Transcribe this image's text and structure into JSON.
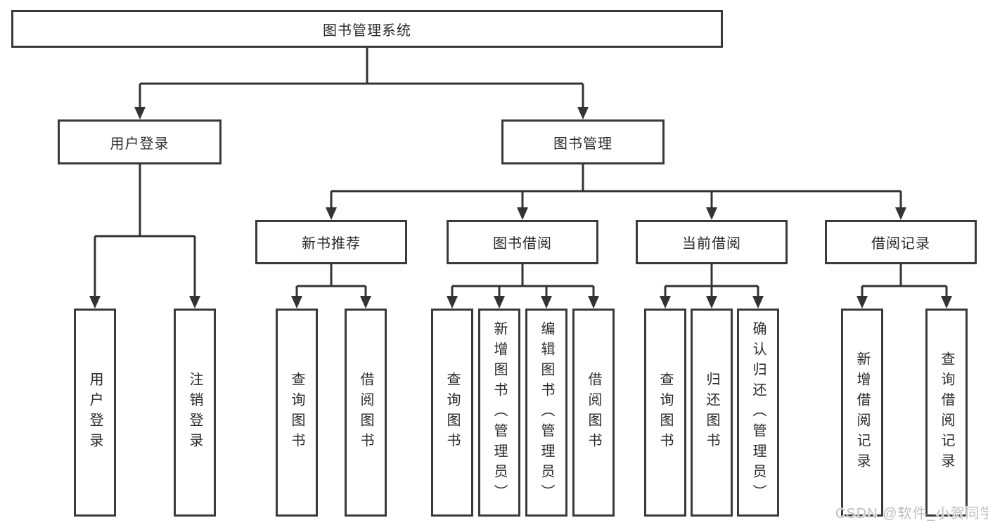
{
  "tree": {
    "root": "图书管理系统",
    "branches": [
      {
        "label": "用户登录",
        "children": [
          {
            "label": "用户登录"
          },
          {
            "label": "注销登录"
          }
        ]
      },
      {
        "label": "图书管理",
        "children": [
          {
            "label": "新书推荐",
            "children": [
              {
                "label": "查询图书"
              },
              {
                "label": "借阅图书"
              }
            ]
          },
          {
            "label": "图书借阅",
            "children": [
              {
                "label": "查询图书"
              },
              {
                "label": "新增图书（管理员）"
              },
              {
                "label": "编辑图书（管理员）"
              },
              {
                "label": "借阅图书"
              }
            ]
          },
          {
            "label": "当前借阅",
            "children": [
              {
                "label": "查询图书"
              },
              {
                "label": "归还图书"
              },
              {
                "label": "确认归还（管理员）"
              }
            ]
          },
          {
            "label": "借阅记录",
            "children": [
              {
                "label": "新增借阅记录"
              },
              {
                "label": "查询借阅记录"
              }
            ]
          }
        ]
      }
    ]
  },
  "watermark": {
    "text": "CSDN @软件_小贺同学"
  },
  "colors": {
    "line": "#333333",
    "border": "#3a3a3a",
    "text": "#2b2b2b",
    "background": "#ffffff",
    "watermark": "#bdbdbd"
  }
}
